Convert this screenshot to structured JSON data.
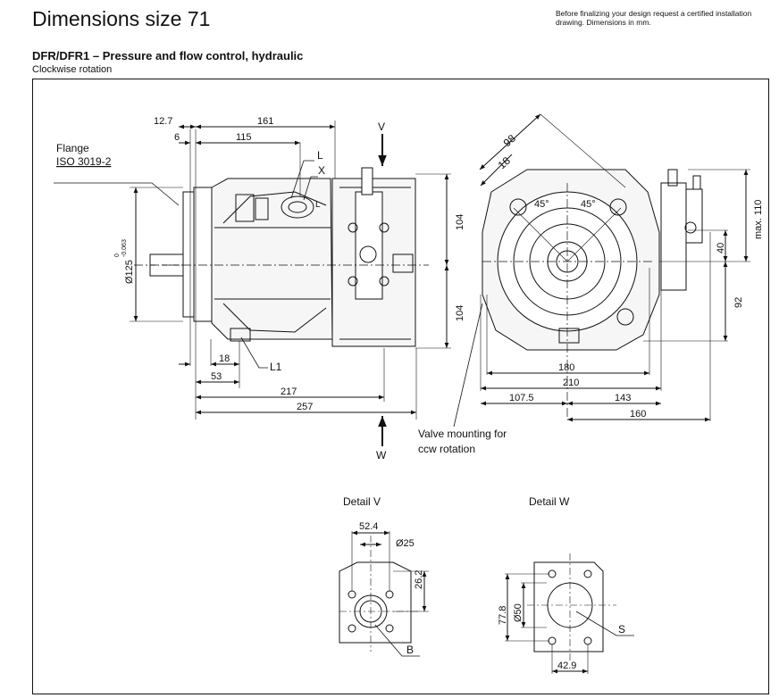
{
  "header": {
    "title": "Dimensions size 71",
    "note": "Before finalizing your design request a certified installation drawing. Dimensions in mm.",
    "subtitle": "DFR/DFR1 – Pressure and flow control, hydraulic",
    "rotation": "Clockwise rotation"
  },
  "side_view": {
    "flange_label_1": "Flange",
    "flange_label_2": "ISO 3019-2",
    "dim_12_7": "12.7",
    "dim_6": "6",
    "dim_161": "161",
    "dim_115": "115",
    "dim_18": "18",
    "dim_53": "53",
    "dim_217": "217",
    "dim_257": "257",
    "dim_104_top": "104",
    "dim_104_bottom": "104",
    "dia_125": "Ø125",
    "tol_upper": "0",
    "tol_lower": "-0.063",
    "label_L": "L",
    "label_X": "X",
    "label_L_port": "L",
    "label_L1": "L1",
    "view_V": "V",
    "view_W": "W"
  },
  "front_view": {
    "dim_98": "98",
    "dim_18": "18",
    "angle_1": "45°",
    "angle_2": "45°",
    "dim_180": "180",
    "dim_210": "210",
    "dim_107_5": "107.5",
    "dim_143": "143",
    "dim_160": "160",
    "dim_max110": "max. 110",
    "dim_40": "40",
    "dim_92": "92",
    "valve_note_1": "Valve mounting for",
    "valve_note_2": "ccw rotation"
  },
  "detail_v": {
    "title": "Detail V",
    "dim_52_4": "52.4",
    "dia_25": "Ø25",
    "dim_26_2": "26.2",
    "label_B": "B"
  },
  "detail_w": {
    "title": "Detail W",
    "dim_77_8": "77.8",
    "dia_50": "Ø50",
    "dim_42_9": "42.9",
    "label_S": "S"
  }
}
